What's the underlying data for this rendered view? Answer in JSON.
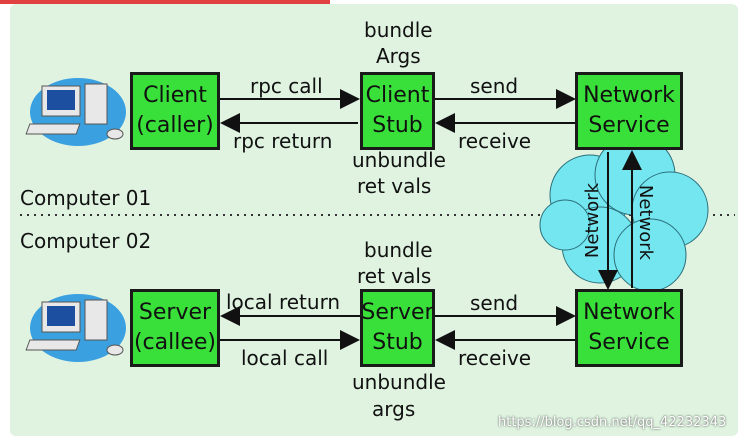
{
  "computer_top": "Computer 01",
  "computer_bottom": "Computer 02",
  "client_box": {
    "line1": "Client",
    "line2": "(caller)"
  },
  "client_stub_box": {
    "line1": "Client",
    "line2": "Stub"
  },
  "network_service_top": {
    "line1": "Network",
    "line2": "Service"
  },
  "server_box": {
    "line1": "Server",
    "line2": "(callee)"
  },
  "server_stub_box": {
    "line1": "Server",
    "line2": "Stub"
  },
  "network_service_bottom": {
    "line1": "Network",
    "line2": "Service"
  },
  "top_labels": {
    "bundle_args_1": "bundle",
    "bundle_args_2": "Args",
    "rpc_call": "rpc call",
    "rpc_return": "rpc return",
    "send": "send",
    "receive": "receive",
    "unbundle_1": "unbundle",
    "unbundle_2": "ret vals"
  },
  "bottom_labels": {
    "bundle_ret_1": "bundle",
    "bundle_ret_2": "ret vals",
    "local_return": "local return",
    "local_call": "local call",
    "send": "send",
    "receive": "receive",
    "unbundle_1": "unbundle",
    "unbundle_2": "args"
  },
  "cloud_labels": {
    "left": "Network",
    "right": "Network"
  },
  "watermark": "https://blog.csdn.net/qq_42232343"
}
